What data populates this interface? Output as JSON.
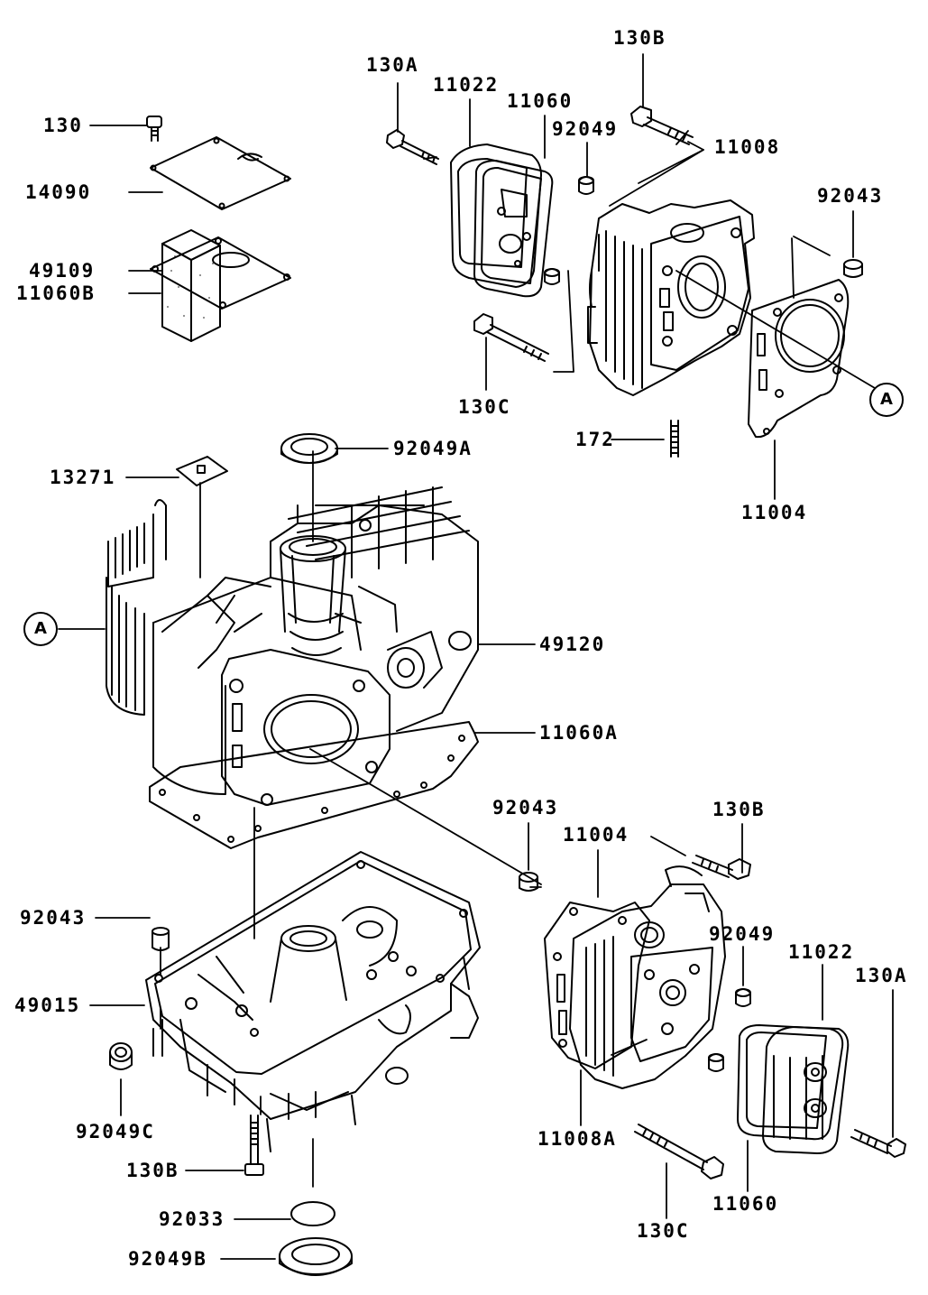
{
  "parts": {
    "p130_top": "130",
    "p14090": "14090",
    "p11060B": "11060B",
    "p49109": "49109",
    "p13271": "13271",
    "p92049A": "92049A",
    "p49120": "49120",
    "p11060A": "11060A",
    "p92043_left": "92043",
    "p49015": "49015",
    "p92049C": "92049C",
    "p130B_bottom": "130B",
    "p92033": "92033",
    "p92049B": "92049B",
    "p130A_top": "130A",
    "p11022_top": "11022",
    "p11060_top": "11060",
    "p92049_top": "92049",
    "p130B_top": "130B",
    "p11008": "11008",
    "p92043_top": "92043",
    "p130C_top": "130C",
    "p172": "172",
    "p11004_top": "11004",
    "p92043_mid": "92043",
    "p11004_mid": "11004",
    "p130B_right": "130B",
    "p92049_right": "92049",
    "p11022_right": "11022",
    "p130A_right": "130A",
    "p11008A": "11008A",
    "p130C_bottom": "130C",
    "p11060_bottom": "11060"
  },
  "refs": {
    "ref_left": "A",
    "ref_right": "A"
  }
}
